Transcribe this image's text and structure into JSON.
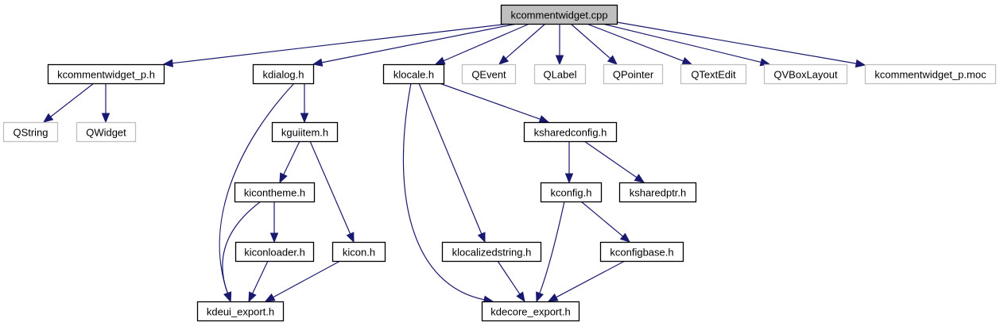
{
  "diagram": {
    "type": "include-dependency-graph",
    "colors": {
      "edge": "#191970",
      "root_fill": "#bfbfbf",
      "root_border": "#000000",
      "documented_border": "#000000",
      "external_border": "#bfbfbf",
      "node_fill": "#ffffff"
    },
    "nodes": [
      {
        "id": "kcommentwidget_cpp",
        "label": "kcommentwidget.cpp",
        "kind": "root"
      },
      {
        "id": "kcommentwidget_p_h",
        "label": "kcommentwidget_p.h",
        "kind": "documented"
      },
      {
        "id": "kdialog_h",
        "label": "kdialog.h",
        "kind": "documented"
      },
      {
        "id": "klocale_h",
        "label": "klocale.h",
        "kind": "documented"
      },
      {
        "id": "QEvent",
        "label": "QEvent",
        "kind": "external"
      },
      {
        "id": "QLabel",
        "label": "QLabel",
        "kind": "external"
      },
      {
        "id": "QPointer",
        "label": "QPointer",
        "kind": "external"
      },
      {
        "id": "QTextEdit",
        "label": "QTextEdit",
        "kind": "external"
      },
      {
        "id": "QVBoxLayout",
        "label": "QVBoxLayout",
        "kind": "external"
      },
      {
        "id": "kcommentwidget_p_moc",
        "label": "kcommentwidget_p.moc",
        "kind": "external"
      },
      {
        "id": "QString",
        "label": "QString",
        "kind": "external"
      },
      {
        "id": "QWidget",
        "label": "QWidget",
        "kind": "external"
      },
      {
        "id": "kguiitem_h",
        "label": "kguiitem.h",
        "kind": "documented"
      },
      {
        "id": "ksharedconfig_h",
        "label": "ksharedconfig.h",
        "kind": "documented"
      },
      {
        "id": "kicontheme_h",
        "label": "kicontheme.h",
        "kind": "documented"
      },
      {
        "id": "kconfig_h",
        "label": "kconfig.h",
        "kind": "documented"
      },
      {
        "id": "ksharedptr_h",
        "label": "ksharedptr.h",
        "kind": "documented"
      },
      {
        "id": "kiconloader_h",
        "label": "kiconloader.h",
        "kind": "documented"
      },
      {
        "id": "kicon_h",
        "label": "kicon.h",
        "kind": "documented"
      },
      {
        "id": "klocalizedstring_h",
        "label": "klocalizedstring.h",
        "kind": "documented"
      },
      {
        "id": "kconfigbase_h",
        "label": "kconfigbase.h",
        "kind": "documented"
      },
      {
        "id": "kdeui_export_h",
        "label": "kdeui_export.h",
        "kind": "documented"
      },
      {
        "id": "kdecore_export_h",
        "label": "kdecore_export.h",
        "kind": "documented"
      }
    ],
    "edges": [
      {
        "from": "kcommentwidget_cpp",
        "to": "kcommentwidget_p_h"
      },
      {
        "from": "kcommentwidget_cpp",
        "to": "kdialog_h"
      },
      {
        "from": "kcommentwidget_cpp",
        "to": "klocale_h"
      },
      {
        "from": "kcommentwidget_cpp",
        "to": "QEvent"
      },
      {
        "from": "kcommentwidget_cpp",
        "to": "QLabel"
      },
      {
        "from": "kcommentwidget_cpp",
        "to": "QPointer"
      },
      {
        "from": "kcommentwidget_cpp",
        "to": "QTextEdit"
      },
      {
        "from": "kcommentwidget_cpp",
        "to": "QVBoxLayout"
      },
      {
        "from": "kcommentwidget_cpp",
        "to": "kcommentwidget_p_moc"
      },
      {
        "from": "kcommentwidget_p_h",
        "to": "QString"
      },
      {
        "from": "kcommentwidget_p_h",
        "to": "QWidget"
      },
      {
        "from": "kdialog_h",
        "to": "kguiitem_h"
      },
      {
        "from": "kdialog_h",
        "to": "kdeui_export_h"
      },
      {
        "from": "kguiitem_h",
        "to": "kicontheme_h"
      },
      {
        "from": "kguiitem_h",
        "to": "kicon_h"
      },
      {
        "from": "kicontheme_h",
        "to": "kiconloader_h"
      },
      {
        "from": "kicontheme_h",
        "to": "kdeui_export_h"
      },
      {
        "from": "kiconloader_h",
        "to": "kdeui_export_h"
      },
      {
        "from": "kicon_h",
        "to": "kdeui_export_h"
      },
      {
        "from": "klocale_h",
        "to": "ksharedconfig_h"
      },
      {
        "from": "klocale_h",
        "to": "klocalizedstring_h"
      },
      {
        "from": "klocale_h",
        "to": "kdecore_export_h"
      },
      {
        "from": "ksharedconfig_h",
        "to": "kconfig_h"
      },
      {
        "from": "ksharedconfig_h",
        "to": "ksharedptr_h"
      },
      {
        "from": "kconfig_h",
        "to": "kconfigbase_h"
      },
      {
        "from": "kconfig_h",
        "to": "kdecore_export_h"
      },
      {
        "from": "klocalizedstring_h",
        "to": "kdecore_export_h"
      },
      {
        "from": "kconfigbase_h",
        "to": "kdecore_export_h"
      }
    ]
  }
}
